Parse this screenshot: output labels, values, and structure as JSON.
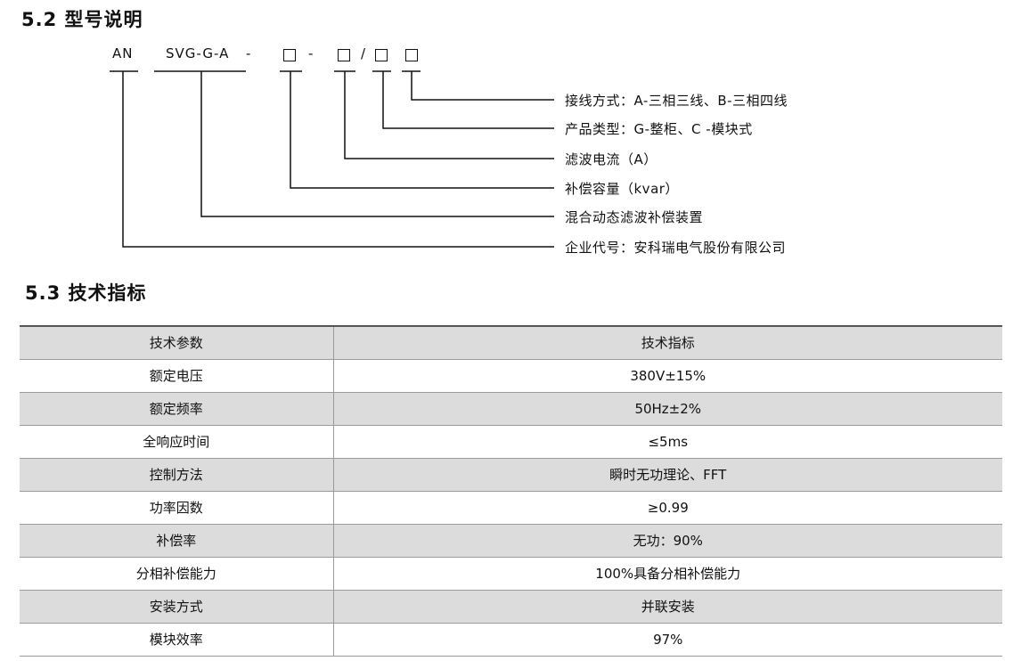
{
  "section_52": {
    "title": "5.2 型号说明"
  },
  "model_code": {
    "prefix": "AN",
    "series": "SVG-G-A",
    "dash1": "-",
    "dash2": "-",
    "slash": "/"
  },
  "descriptions": [
    "接线方式：A-三相三线、B-三相四线",
    "产品类型：G-整柜、C -模块式",
    "滤波电流（A）",
    "补偿容量（kvar）",
    "混合动态滤波补偿装置",
    "企业代号：安科瑞电气股份有限公司"
  ],
  "section_53": {
    "title": "5.3 技术指标"
  },
  "spec_table": {
    "headers": [
      "技术参数",
      "技术指标"
    ],
    "rows": [
      [
        "额定电压",
        "380V±15%"
      ],
      [
        "额定频率",
        "50Hz±2%"
      ],
      [
        "全响应时间",
        "≤5ms"
      ],
      [
        "控制方法",
        "瞬时无功理论、FFT"
      ],
      [
        "功率因数",
        "≥0.99"
      ],
      [
        "补偿率",
        "无功：90%"
      ],
      [
        "分相补偿能力",
        "100%具备分相补偿能力"
      ],
      [
        "安装方式",
        "并联安装"
      ],
      [
        "模块效率",
        "97%"
      ]
    ]
  }
}
